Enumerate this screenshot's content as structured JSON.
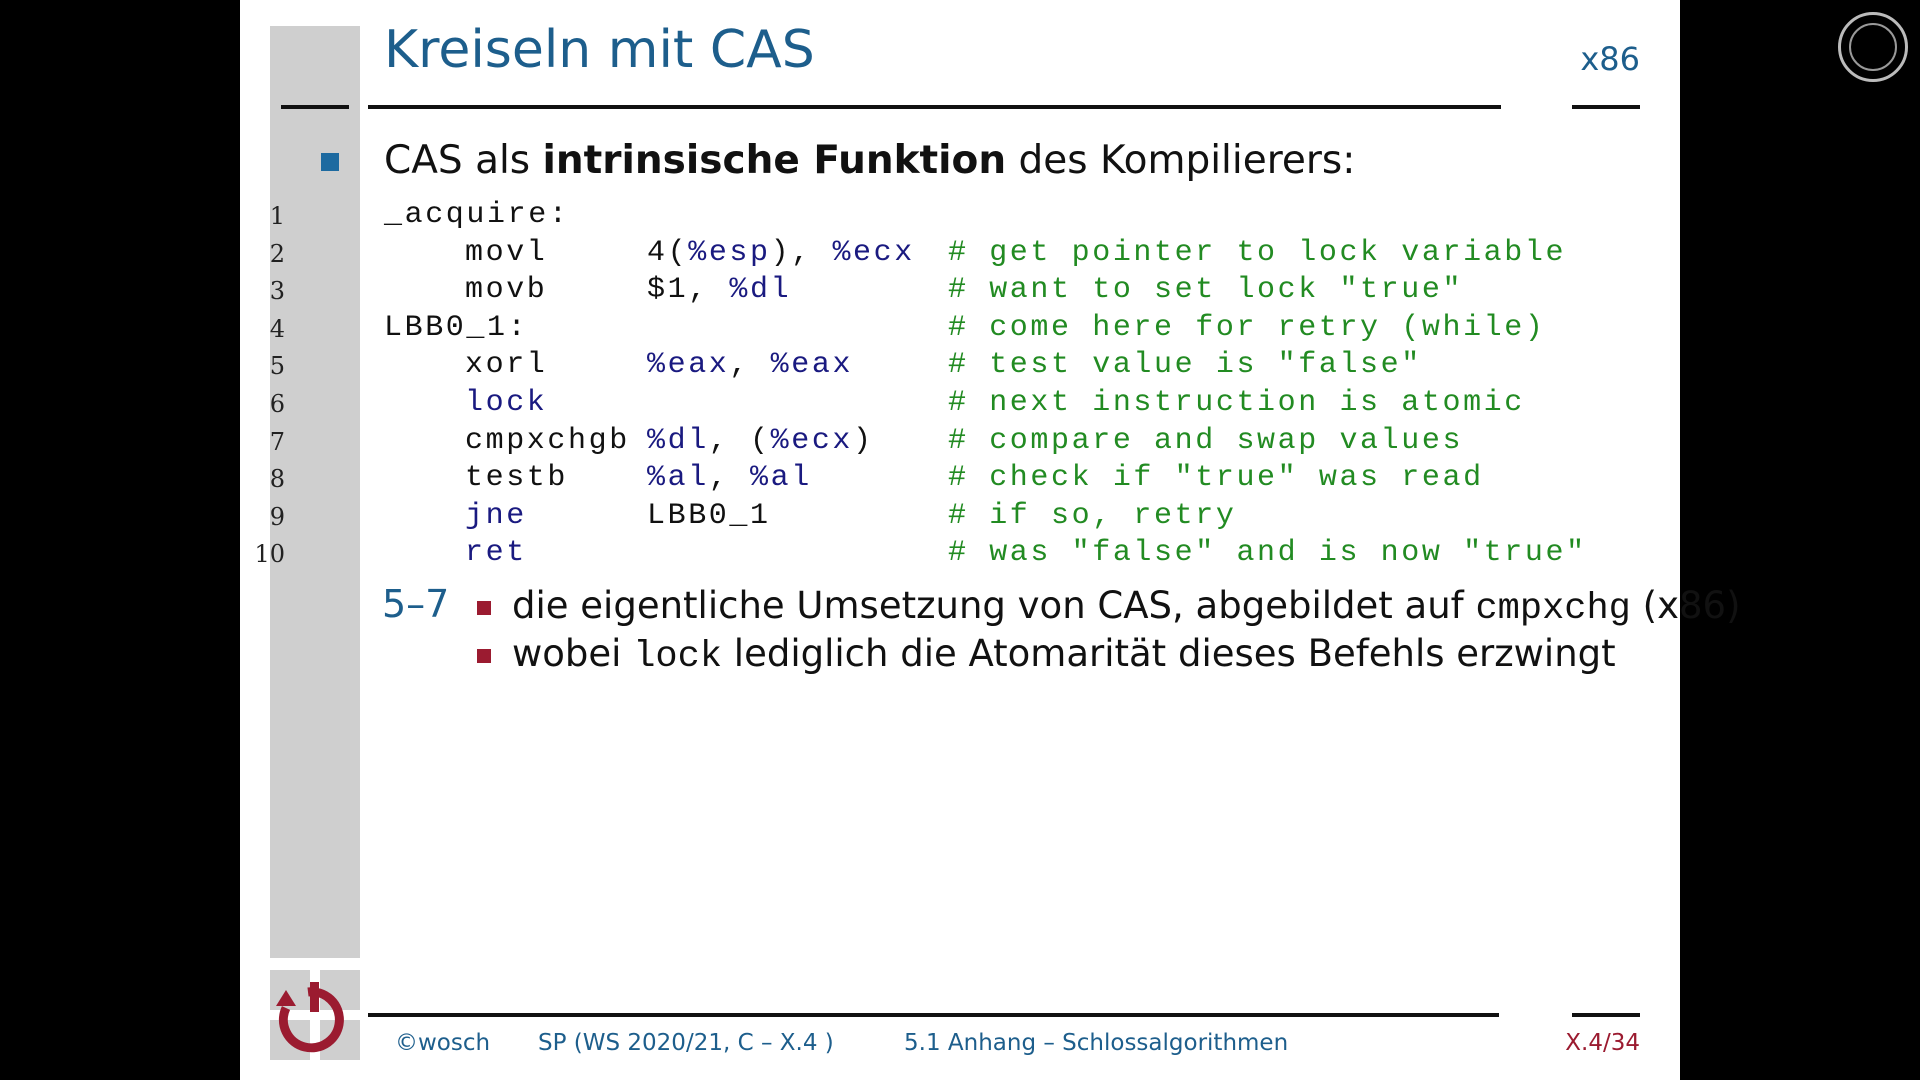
{
  "slide": {
    "title": "Kreiseln mit CAS",
    "tag": "x86",
    "lead": {
      "pre": "CAS als ",
      "bold": "intrinsische Funktion",
      "post": " des Kompilierers:"
    },
    "code": [
      {
        "n": "1",
        "label": "_acquire:",
        "op": "",
        "opk": false,
        "args": [],
        "comment": ""
      },
      {
        "n": "2",
        "label": "",
        "op": "movl",
        "opk": false,
        "args": [
          [
            "4(",
            ""
          ],
          [
            "%esp",
            "k"
          ],
          [
            "), ",
            ""
          ],
          [
            "%ecx",
            "k"
          ]
        ],
        "comment": "# get pointer to lock variable"
      },
      {
        "n": "3",
        "label": "",
        "op": "movb",
        "opk": false,
        "args": [
          [
            "$1, ",
            ""
          ],
          [
            "%dl",
            "k"
          ]
        ],
        "comment": "# want to set lock \"true\""
      },
      {
        "n": "4",
        "label": "LBB0_1:",
        "op": "",
        "opk": false,
        "args": [],
        "comment": "# come here for retry (while)"
      },
      {
        "n": "5",
        "label": "",
        "op": "xorl",
        "opk": false,
        "args": [
          [
            "%eax",
            "k"
          ],
          [
            ", ",
            ""
          ],
          [
            "%eax",
            "k"
          ]
        ],
        "comment": "# test value is \"false\""
      },
      {
        "n": "6",
        "label": "",
        "op": "lock",
        "opk": true,
        "args": [],
        "comment": "# next instruction is atomic"
      },
      {
        "n": "7",
        "label": "",
        "op": "cmpxchgb",
        "opk": false,
        "args": [
          [
            "%dl",
            "k"
          ],
          [
            ", (",
            ""
          ],
          [
            "%ecx",
            "k"
          ],
          [
            ")",
            ""
          ]
        ],
        "comment": "# compare and swap values"
      },
      {
        "n": "8",
        "label": "",
        "op": "testb",
        "opk": false,
        "args": [
          [
            "%al",
            "k"
          ],
          [
            ", ",
            ""
          ],
          [
            "%al",
            "k"
          ]
        ],
        "comment": "# check if \"true\" was read"
      },
      {
        "n": "9",
        "label": "",
        "op": "jne",
        "opk": true,
        "args": [
          [
            "LBB0_1",
            ""
          ]
        ],
        "comment": "# if so, retry"
      },
      {
        "n": "10",
        "label": "",
        "op": "ret",
        "opk": true,
        "args": [],
        "comment": "# was \"false\" and is now \"true\""
      }
    ],
    "range": "5–7",
    "notes": [
      {
        "pre": "die eigentliche Umsetzung von CAS, abgebildet auf ",
        "mono": "cmpxchg",
        "post": " (x86)"
      },
      {
        "pre": "wobei ",
        "mono": "lock",
        "post": " lediglich die Atomarität dieses Befehls erzwingt"
      }
    ]
  },
  "footer": {
    "author": "©wosch",
    "course": "SP (WS 2020/21, C – X.4 )",
    "section": "5.1 Anhang – Schlossalgorithmen",
    "page": "X.4/34"
  },
  "colors": {
    "accent": "#1d5e8c",
    "red": "#9b1b30",
    "comment": "#228b22",
    "register": "#1a1a80"
  }
}
